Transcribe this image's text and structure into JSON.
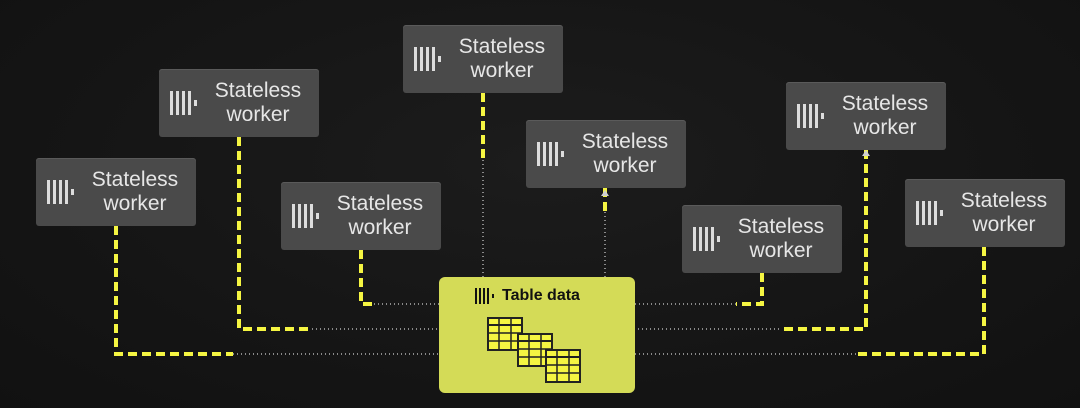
{
  "workers": [
    {
      "id": "w1",
      "line1": "Stateless",
      "line2": "worker"
    },
    {
      "id": "w2",
      "line1": "Stateless",
      "line2": "worker"
    },
    {
      "id": "w3",
      "line1": "Stateless",
      "line2": "worker"
    },
    {
      "id": "w4",
      "line1": "Stateless",
      "line2": "worker"
    },
    {
      "id": "w5",
      "line1": "Stateless",
      "line2": "worker"
    },
    {
      "id": "w6",
      "line1": "Stateless",
      "line2": "worker"
    },
    {
      "id": "w7",
      "line1": "Stateless",
      "line2": "worker"
    },
    {
      "id": "w8",
      "line1": "Stateless",
      "line2": "worker"
    }
  ],
  "hub": {
    "title": "Table data"
  },
  "colors": {
    "accent": "#f5f542",
    "hub": "#d4db57",
    "worker_box": "#4a4a4a",
    "worker_text": "#e6e6e6"
  },
  "icons": {
    "worker": "columns-logo-icon",
    "hub": "columns-logo-icon",
    "tables": "table-grid-icon"
  }
}
